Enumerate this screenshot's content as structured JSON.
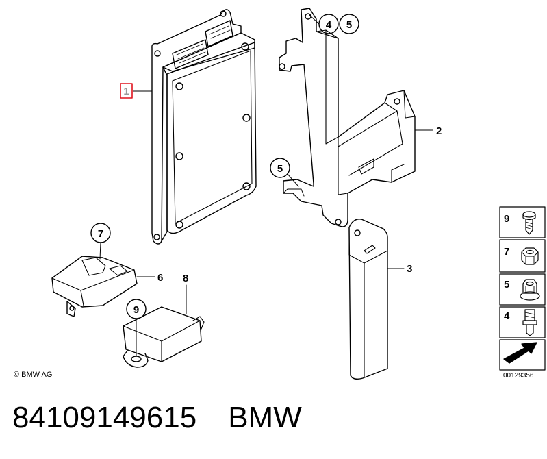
{
  "callouts": {
    "c1": "1",
    "c2": "2",
    "c3": "3",
    "c4": "4",
    "c5a": "5",
    "c5b": "5",
    "c6": "6",
    "c7": "7",
    "c8": "8",
    "c9": "9"
  },
  "legend": {
    "items": [
      {
        "num": "9",
        "icon": "screw-icon"
      },
      {
        "num": "7",
        "icon": "nut-icon"
      },
      {
        "num": "5",
        "icon": "flange-nut-icon"
      },
      {
        "num": "4",
        "icon": "stud-bolt-icon"
      }
    ]
  },
  "copyright": "© BMW AG",
  "drawing_code": "00129356",
  "part_number": "84109149615",
  "brand": "BMW",
  "colors": {
    "highlight": "#e0141e",
    "line": "#000000"
  }
}
